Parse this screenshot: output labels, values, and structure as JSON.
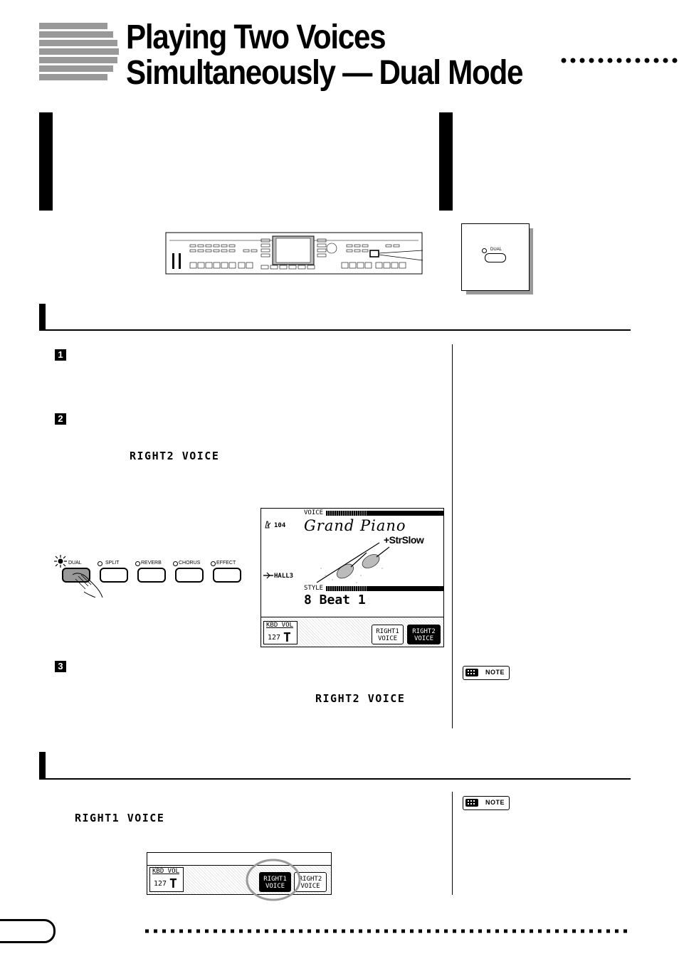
{
  "header": {
    "title_line1": "Playing Two Voices",
    "title_line2": "Simultaneously — Dual Mode"
  },
  "panel": {
    "callout_label": "DUAL",
    "buttons": [
      {
        "label": "DUAL",
        "led": "lit"
      },
      {
        "label": "SPLIT",
        "led": "off"
      },
      {
        "label": "REVERB",
        "led": "off"
      },
      {
        "label": "CHORUS",
        "led": "off"
      },
      {
        "label": "EFFECT",
        "led": "off"
      }
    ]
  },
  "steps": [
    {
      "number": "1"
    },
    {
      "number": "2",
      "lcd_button": "RIGHT2 VOICE"
    },
    {
      "number": "3",
      "lcd_button": "RIGHT2 VOICE"
    }
  ],
  "lcd_main": {
    "tempo": "104",
    "reverb": "HALL3",
    "voice_label": "VOICE",
    "voice_name": "Grand Piano",
    "dual_voice": "+StrSlow",
    "style_label": "STYLE",
    "style_name": "8 Beat 1",
    "kbd_vol_label": "KBD VOL",
    "kbd_vol_value": "127",
    "right1_line1": "RIGHT1",
    "right1_line2": "VOICE",
    "right2_line1": "RIGHT2",
    "right2_line2": "VOICE"
  },
  "section2": {
    "lcd_button": "RIGHT1 VOICE",
    "lcd_small": {
      "kbd_vol_label": "KBD VOL",
      "kbd_vol_value": "127",
      "right1_line1": "RIGHT1",
      "right1_line2": "VOICE",
      "right2_line1": "RIGHT2",
      "right2_line2": "VOICE"
    }
  },
  "notes": [
    {
      "label": "NOTE"
    },
    {
      "label": "NOTE"
    }
  ]
}
